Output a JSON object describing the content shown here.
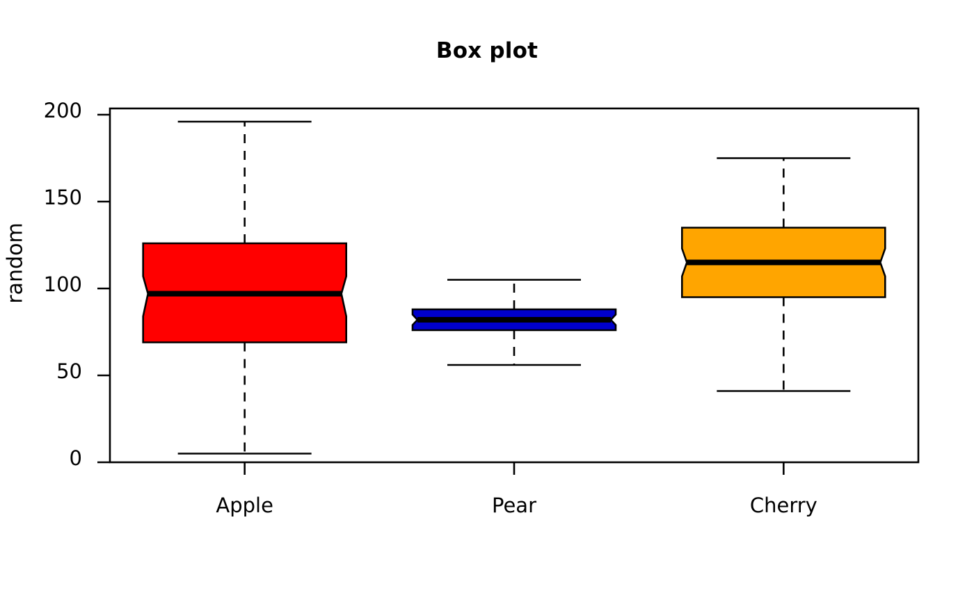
{
  "chart_data": {
    "type": "box",
    "title": "Box plot",
    "xlabel": "",
    "ylabel": "random",
    "categories": [
      "Apple",
      "Pear",
      "Cherry"
    ],
    "ylim": [
      0,
      211
    ],
    "yticks": [
      0,
      50,
      100,
      150,
      200
    ],
    "ytick_labels": [
      "0",
      "50",
      "100",
      "150",
      "200"
    ],
    "grid": false,
    "legend": false,
    "notched": true,
    "series": [
      {
        "name": "Apple",
        "color": "#FF0000",
        "whisker_low": 5,
        "q1": 69,
        "median": 97,
        "q3": 126,
        "whisker_high": 196,
        "notch_low": 84,
        "notch_high": 107
      },
      {
        "name": "Pear",
        "color": "#0000CC",
        "whisker_low": 56,
        "q1": 76,
        "median": 82,
        "q3": 88,
        "whisker_high": 105,
        "notch_low": 79,
        "notch_high": 85
      },
      {
        "name": "Cherry",
        "color": "#FFA500",
        "whisker_low": 41,
        "q1": 95,
        "median": 115,
        "q3": 135,
        "whisker_high": 175,
        "notch_low": 107,
        "notch_high": 123
      }
    ]
  },
  "axes": {
    "frame_color": "#000000",
    "tick_color": "#000000",
    "background": "#ffffff"
  }
}
